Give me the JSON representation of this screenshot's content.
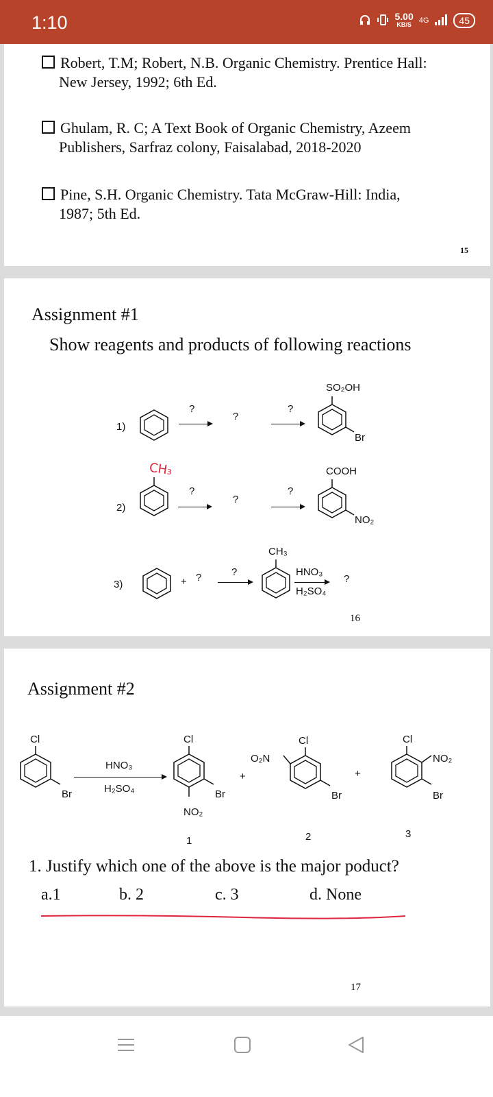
{
  "status": {
    "time": "1:10",
    "speed": "5.00",
    "speed_unit": "KB/S",
    "network": "4G",
    "battery": "45"
  },
  "references": [
    {
      "line1": "Robert, T.M; Robert, N.B. Organic Chemistry. Prentice Hall:",
      "line2": "New Jersey, 1992; 6th Ed."
    },
    {
      "line1": "Ghulam, R. C; A Text Book of Organic Chemistry, Azeem",
      "line2": "Publishers, Sarfraz colony, Faisalabad, 2018-2020"
    },
    {
      "line1": "Pine, S.H. Organic Chemistry. Tata McGraw-Hill: India,",
      "line2": "1987; 5th Ed."
    }
  ],
  "page_numbers": {
    "p15": "15",
    "p16": "16",
    "p17": "17"
  },
  "assignment1": {
    "title": "Assignment #1",
    "subtitle": "Show reagents and products of following reactions",
    "r1": {
      "num": "1)",
      "q1": "?",
      "q2": "?",
      "q3": "?",
      "top": "SO₂OH",
      "sub": "Br"
    },
    "r2": {
      "num": "2)",
      "handwritten": "CH₃",
      "q1": "?",
      "q2": "?",
      "q3": "?",
      "top": "COOH",
      "sub": "NO₂"
    },
    "r3": {
      "num": "3)",
      "plus": "+",
      "q1": "?",
      "q2": "?",
      "top": "CH₃",
      "reagent_top": "HNO₃",
      "reagent_bottom": "H₂SO₄",
      "q3": "?"
    }
  },
  "assignment2": {
    "title": "Assignment #2",
    "start": {
      "top": "Cl",
      "sub": "Br"
    },
    "reagent_top": "HNO₃",
    "reagent_bottom": "H₂SO₄",
    "p1": {
      "top": "Cl",
      "sub": "Br",
      "bottom": "NO₂",
      "num": "1"
    },
    "plus1": "+",
    "p2": {
      "top": "Cl",
      "sub_left": "O₂N",
      "sub": "Br",
      "num": "2"
    },
    "plus2": "+",
    "p3": {
      "top": "Cl",
      "sub_right": "NO₂",
      "sub": "Br",
      "num": "3"
    },
    "question": "1. Justify which one of the above is the major poduct?",
    "options": {
      "a": "a.1",
      "b": "b. 2",
      "c": "c. 3",
      "d": "d. None"
    }
  },
  "colors": {
    "status_bar": "#b8432b",
    "annotation": "#e0253f"
  }
}
